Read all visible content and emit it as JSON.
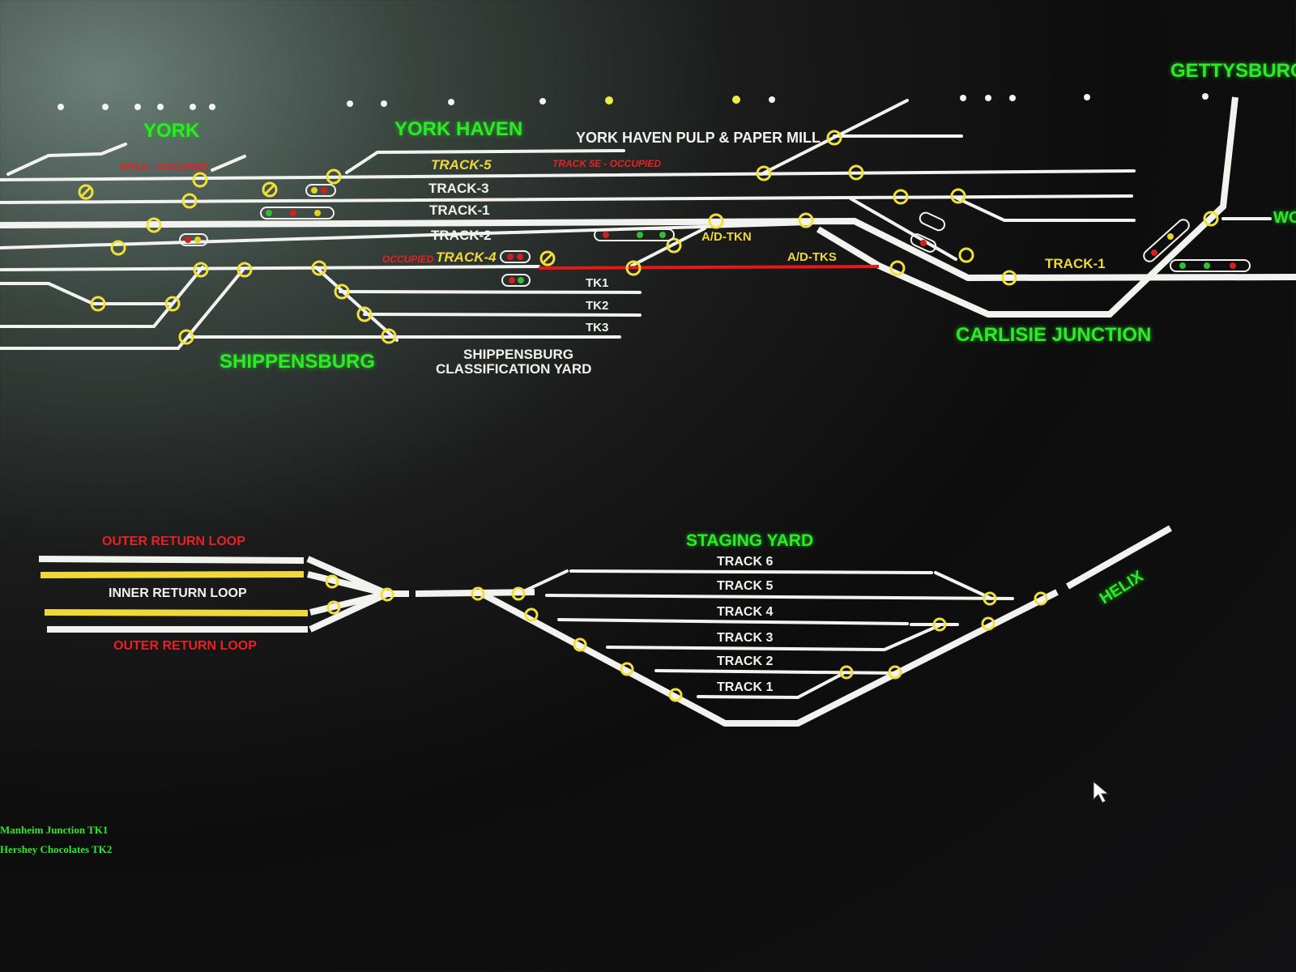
{
  "stations": {
    "york": "YORK",
    "york_haven": "YORK HAVEN",
    "gettysburg": "GETTYSBURG",
    "shippensburg": "SHIPPENSBURG",
    "carlisle_junction": "CARLISIE JUNCTION",
    "pulp_mill": "YORK HAVEN PULP & PAPER MILL",
    "classification_yard_line1": "SHIPPENSBURG",
    "classification_yard_line2": "CLASSIFICATION YARD",
    "wo_partial": "WO"
  },
  "main_tracks": {
    "track5": "TRACK-5",
    "track3": "TRACK-3",
    "track1": "TRACK-1",
    "track2": "TRACK-2",
    "track4": "TRACK-4",
    "tk1": "TK1",
    "tk2": "TK2",
    "tk3": "TK3",
    "ad_tkn": "A/D-TKN",
    "ad_tks": "A/D-TKS",
    "track1_right": "TRACK-1"
  },
  "occupancy": {
    "intlk": "INTLK - OCCUPIED",
    "track5e": "TRACK 5E - OCCUPIED",
    "occupied": "OCCUPIED"
  },
  "staging": {
    "title": "STAGING YARD",
    "tracks": [
      "TRACK 6",
      "TRACK 5",
      "TRACK 4",
      "TRACK 3",
      "TRACK 2",
      "TRACK 1"
    ],
    "outer_top": "OUTER RETURN LOOP",
    "inner": "INNER RETURN LOOP",
    "outer_bottom": "OUTER RETURN LOOP",
    "helix": "HELIX"
  },
  "legend": {
    "item1": "Manheim Junction TK1",
    "item2": "Hershey Chocolates TK2"
  },
  "colors": {
    "station": "#2fe82a",
    "track": "#f2f2ee",
    "switch": "#f2e03a",
    "occupied": "#e41a1a",
    "loop_inner": "#f0d83c"
  }
}
